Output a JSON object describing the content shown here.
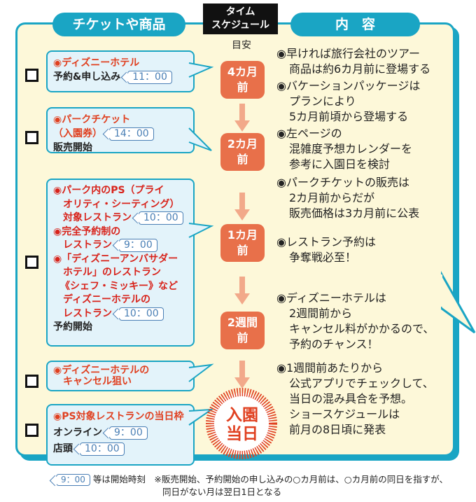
{
  "headers": {
    "left": "チケットや商品",
    "center_line1": "タイム",
    "center_line2": "スケジュール",
    "right": "内　容",
    "guide": "目安"
  },
  "items": [
    {
      "title": "◉ディズニーホテル",
      "text": "予約&申し込み",
      "time": "11：00"
    },
    {
      "title_line1": "◉パークチケット",
      "title_line2": "（入園券）",
      "time": "14：00",
      "text": "販売開始"
    },
    {
      "a_line1": "◉パーク内のPS（プライ",
      "a_line2": "オリティ・シーティング）",
      "a_line3": "対象レストラン",
      "a_time": "10：00",
      "b_line1": "◉完全予約制の",
      "b_line2": "レストラン",
      "b_time": "9：00",
      "c_line1": "◉「ディズニーアンバサダー",
      "c_line2": "ホテル」のレストラン",
      "c_line3": "《シェフ・ミッキー》など",
      "c_line4": "ディズニーホテルの",
      "c_line5": "レストラン",
      "c_time": "10：00",
      "text": "予約開始"
    },
    {
      "title_line1": "◉ディズニーホテルの",
      "title_line2": "キャンセル狙い"
    },
    {
      "title": "◉PS対象レストランの当日枠",
      "online": "オンライン",
      "online_time": "9：00",
      "store": "店頭",
      "store_time": "10：00"
    }
  ],
  "timeline": [
    {
      "line1": "4カ月",
      "line2": "前"
    },
    {
      "line1": "2カ月",
      "line2": "前"
    },
    {
      "line1": "1カ月",
      "line2": "前"
    },
    {
      "line1": "2週間",
      "line2": "前"
    },
    {
      "line1": "入園",
      "line2": "当日"
    }
  ],
  "notes": [
    [
      "◉早ければ旅行会社のツアー",
      "商品は約6カ月前に登場する"
    ],
    [
      "◉バケーションパッケージは",
      "プランにより",
      "5カ月前頃から登場する"
    ],
    [
      "◉左ページの",
      "混雑度予想カレンダーを",
      "参考に入園日を検討"
    ],
    [
      "◉パークチケットの販売は",
      "2カ月前からだが",
      "販売価格は3カ月前に公表"
    ],
    [
      "◉レストラン予約は",
      "争奪戦必至！"
    ],
    [
      "◉ディズニーホテルは",
      "2週間前から",
      "キャンセル料がかかるので、",
      "予約のチャンス！"
    ],
    [
      "◉1週間前あたりから",
      "公式アプリでチェックして、",
      "当日の混み具合を予想。",
      "ショースケジュールは",
      "前月の8日頃に発表"
    ]
  ],
  "footer": {
    "sample_time": "9：00",
    "legend": "等は開始時刻",
    "note_line1": "※販売開始、予約開始の申し込みの○カ月前は、○カ月前の同日を指すが、",
    "note_line2": "同日がない月は翌日1日となる"
  },
  "colors": {
    "teal": "#1aa5c4",
    "orange": "#e8704a",
    "cream": "#fdf8d9",
    "red": "#e04020"
  }
}
